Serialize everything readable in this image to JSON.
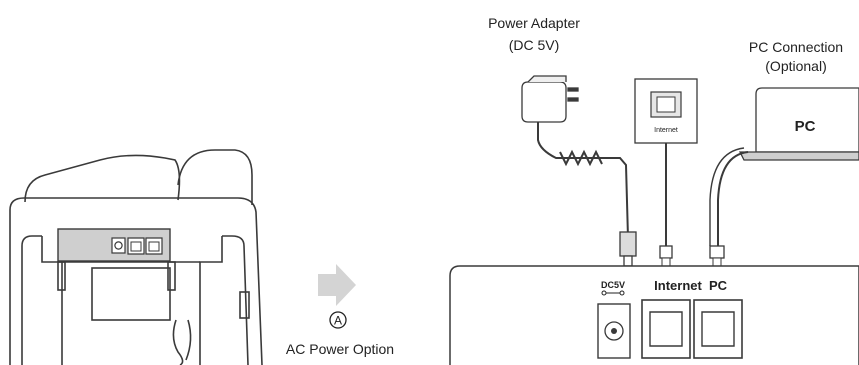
{
  "power_adapter": {
    "line1": "Power Adapter",
    "line2": "(DC 5V)"
  },
  "pc_connection": {
    "line1": "PC Connection",
    "line2": "(Optional)"
  },
  "pc_label": "PC",
  "internet_jack_label": "Internet",
  "base_unit": {
    "dc_label": "DC5V",
    "internet_label": "Internet",
    "pc_label": "PC"
  },
  "option": {
    "marker": "A",
    "caption": "AC Power Option"
  }
}
